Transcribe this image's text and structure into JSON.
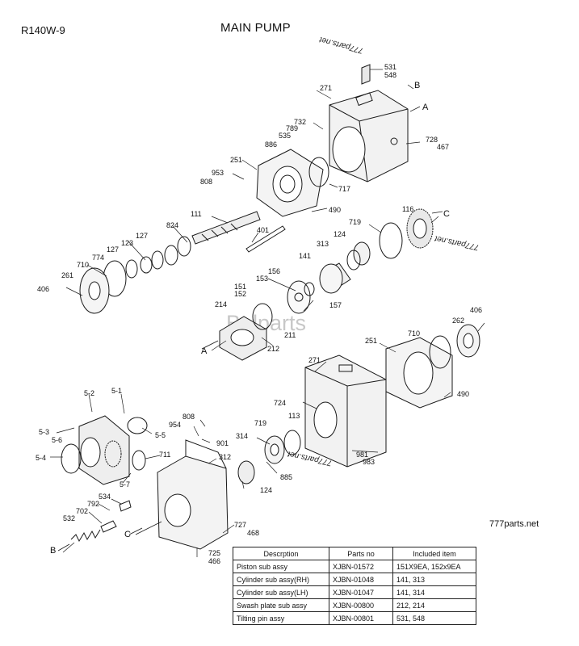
{
  "header": {
    "model": "R140W-9",
    "title": "MAIN PUMP"
  },
  "footer": {
    "site": "777parts.net"
  },
  "watermark": "Belparts",
  "stamps": [
    "777parts.net",
    "777parts.net",
    "777parts.net"
  ],
  "labels": {
    "p531": "531",
    "p548": "548",
    "p271a": "271",
    "pBtop": "B",
    "pAtop": "A",
    "p732": "732",
    "p789": "789",
    "p535": "535",
    "p886": "886",
    "p728": "728",
    "p467": "467",
    "p251a": "251",
    "p953": "953",
    "p808a": "808",
    "p717": "717",
    "p490a": "490",
    "p111": "111",
    "p824": "824",
    "p401": "401",
    "p719a": "719",
    "p116": "116",
    "pC1": "C",
    "p127a": "127",
    "p123": "123",
    "p127b": "127",
    "p774": "774",
    "p710a": "710",
    "p261": "261",
    "p406a": "406",
    "p313": "313",
    "p124a": "124",
    "p141": "141",
    "p156": "156",
    "p153": "153",
    "p151": "151",
    "p152": "152",
    "p157": "157",
    "p214": "214",
    "p211": "211",
    "p212": "212",
    "pA2": "A",
    "p406b": "406",
    "p262": "262",
    "p251b": "251",
    "p710b": "710",
    "p271b": "271",
    "p490b": "490",
    "p724": "724",
    "p113": "113",
    "p719b": "719",
    "p314": "314",
    "p885": "885",
    "p124b": "124",
    "p981": "981",
    "p983": "983",
    "p52": "5-2",
    "p51": "5-1",
    "p53": "5-3",
    "p56": "5-6",
    "p55": "5-5",
    "p54": "5-4",
    "p57": "5-7",
    "p808b": "808",
    "p954": "954",
    "p901": "901",
    "p711": "711",
    "p312": "312",
    "p534": "534",
    "p792": "792",
    "p702": "702",
    "p532": "532",
    "pB2": "B",
    "pC2": "C",
    "p727": "727",
    "p468": "468",
    "p725": "725",
    "p466": "466"
  },
  "table": {
    "headers": [
      "Descrption",
      "Parts no",
      "Included item"
    ],
    "rows": [
      [
        "Piston sub assy",
        "XJBN-01572",
        "151X9EA, 152x9EA"
      ],
      [
        "Cylinder sub assy(RH)",
        "XJBN-01048",
        "141, 313"
      ],
      [
        "Cylinder sub assy(LH)",
        "XJBN-01047",
        "141, 314"
      ],
      [
        "Swash plate sub assy",
        "XJBN-00800",
        "212, 214"
      ],
      [
        "Tilting pin assy",
        "XJBN-00801",
        "531, 548"
      ]
    ]
  }
}
